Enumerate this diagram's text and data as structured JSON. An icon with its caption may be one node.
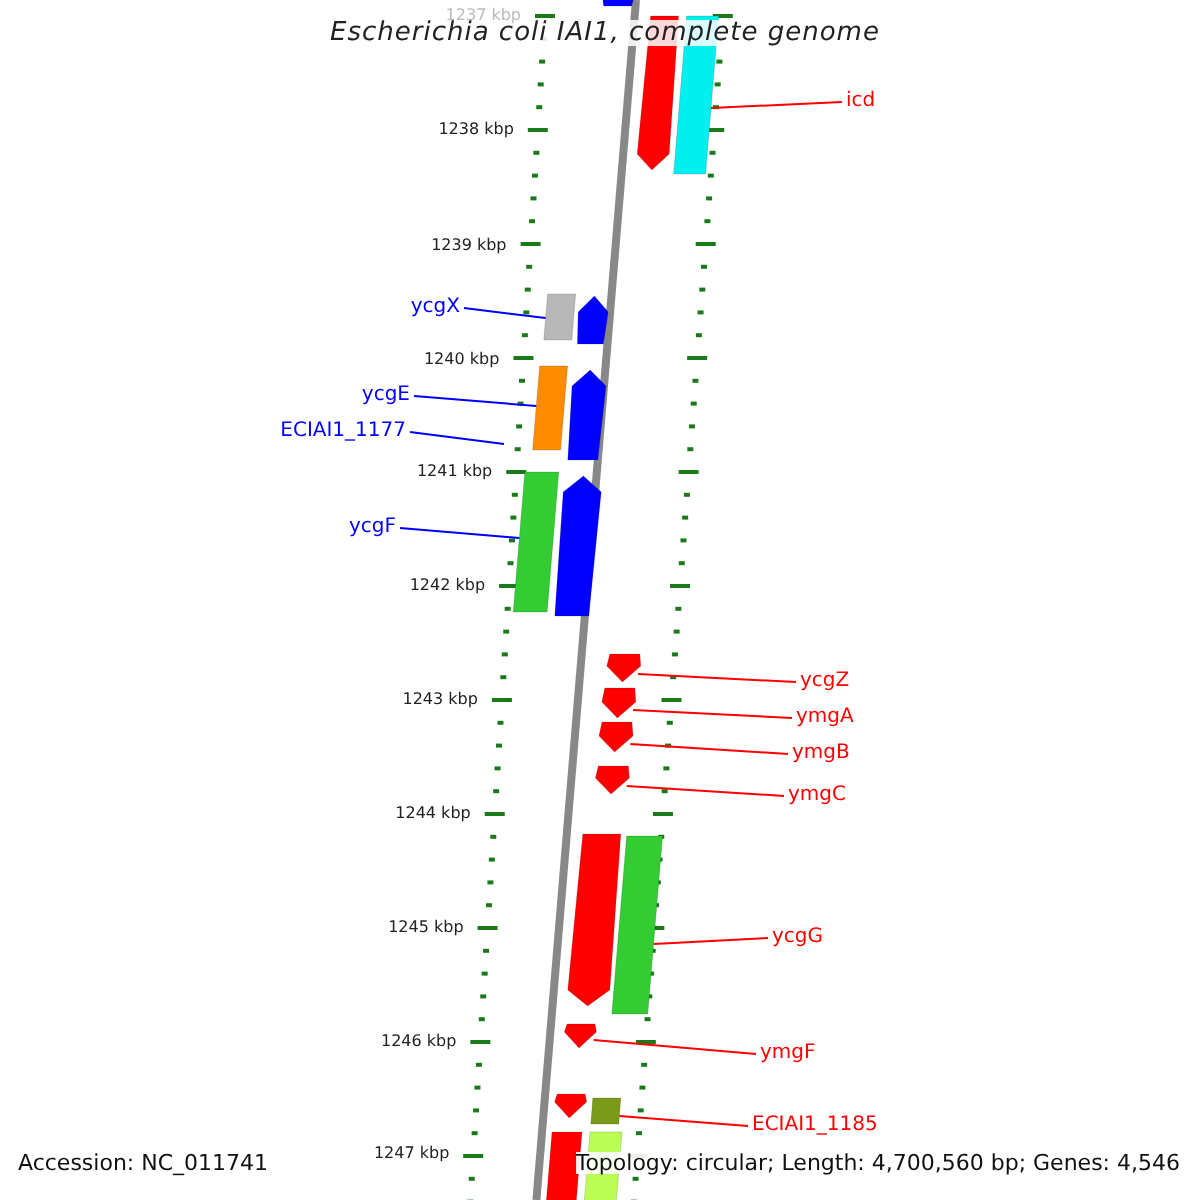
{
  "diagram": {
    "title": "Escherichia coli IAI1, complete genome",
    "nodes": [
      {
        "text": [
          "icd"
        ]
      },
      {
        "text": [
          "ycgX"
        ]
      },
      {
        "text": [
          "ycgE"
        ]
      },
      {
        "text": [
          "ECIAI1_1177"
        ]
      },
      {
        "text": [
          "ycgF"
        ]
      },
      {
        "text": [
          "ycgZ"
        ]
      },
      {
        "text": [
          "ymgA"
        ]
      },
      {
        "text": [
          "ymgB"
        ]
      },
      {
        "text": [
          "ymgC"
        ]
      },
      {
        "text": [
          "ycgG"
        ]
      },
      {
        "text": [
          "ymgF"
        ]
      },
      {
        "text": [
          "ECIAI1_1185"
        ]
      },
      {
        "text": [],
        "shape": "arrow"
      },
      {
        "text": [],
        "shape": "bar"
      },
      {
        "text": [],
        "shape": "arrow"
      },
      {
        "text": [],
        "shape": "bar"
      },
      {
        "text": [],
        "shape": "arrow"
      },
      {
        "text": [],
        "shape": "bar"
      },
      {
        "text": [],
        "shape": "arrow"
      },
      {
        "text": [],
        "shape": "bar"
      },
      {
        "text": [],
        "shape": "arrow"
      },
      {
        "text": [],
        "shape": "arrow"
      },
      {
        "text": [],
        "shape": "arrow"
      },
      {
        "text": [],
        "shape": "arrow"
      },
      {
        "text": [],
        "shape": "arrow"
      },
      {
        "text": [],
        "shape": "arrow"
      },
      {
        "text": [],
        "shape": "bar"
      },
      {
        "text": [],
        "shape": "arrow"
      },
      {
        "text": [],
        "shape": "arrow"
      },
      {
        "text": [],
        "shape": "bar"
      },
      {
        "text": [],
        "shape": "bar"
      },
      {
        "text": [],
        "shape": "bar"
      }
    ],
    "edges": [
      {
        "from": 0,
        "to": 13,
        "arrow": "none"
      },
      {
        "from": 1,
        "to": 15,
        "arrow": "none",
        "color": "#0000ff"
      },
      {
        "from": 2,
        "to": 17,
        "arrow": "none",
        "color": "#0000ff"
      },
      {
        "from": 3,
        "to": null,
        "arrow": "none",
        "color": "#0000ff"
      },
      {
        "from": 4,
        "to": 19,
        "arrow": "none",
        "color": "#0000ff"
      },
      {
        "from": 5,
        "to": 21,
        "arrow": "none"
      },
      {
        "from": 6,
        "to": 22,
        "arrow": "none"
      },
      {
        "from": 7,
        "to": 23,
        "arrow": "none"
      },
      {
        "from": 8,
        "to": 24,
        "arrow": "none"
      },
      {
        "from": 9,
        "to": 26,
        "arrow": "none"
      },
      {
        "from": 10,
        "to": 27,
        "arrow": "none"
      },
      {
        "from": 11,
        "to": 29,
        "arrow": "none"
      }
    ],
    "labels": [
      "1237 kbp",
      "1238 kbp",
      "1239 kbp",
      "1240 kbp",
      "1241 kbp",
      "1242 kbp",
      "1243 kbp",
      "1244 kbp",
      "1245 kbp",
      "1246 kbp",
      "1247 kbp",
      "Accession: NC_011741",
      "Topology: circular; Length: 4,700,560 bp; Genes: 4,546"
    ]
  }
}
